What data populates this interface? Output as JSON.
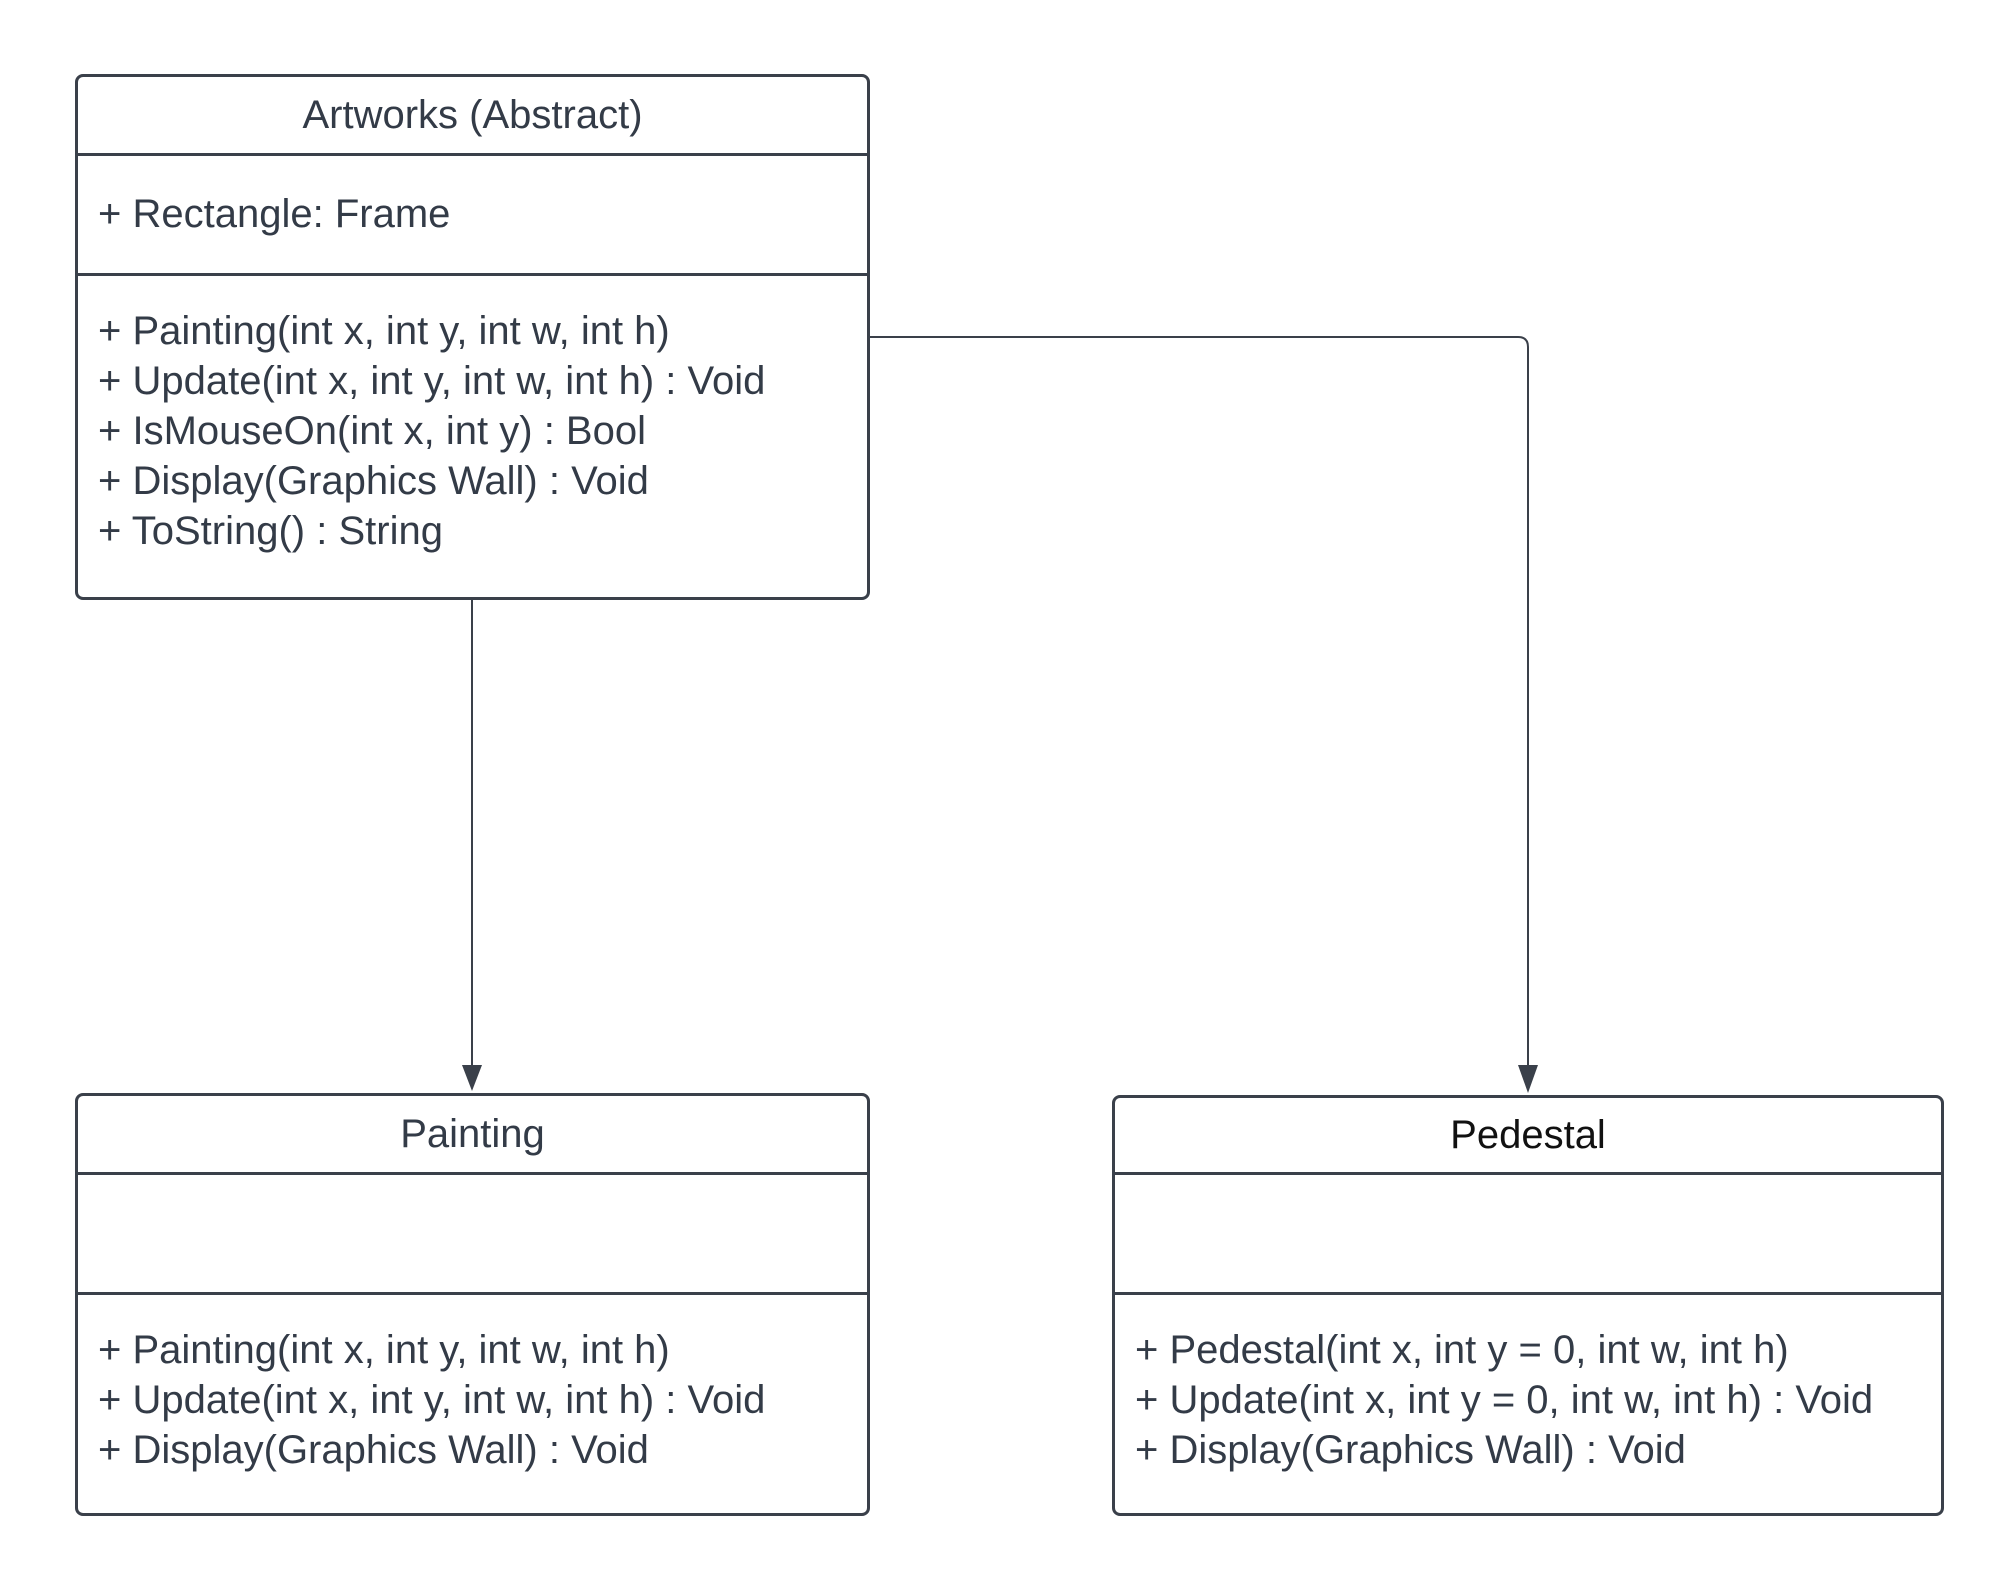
{
  "classes": {
    "artworks": {
      "name": "Artworks (Abstract)",
      "attributes": [
        "+ Rectangle: Frame"
      ],
      "methods": [
        "+ Painting(int x, int y, int w, int h)",
        "+ Update(int x, int y, int w, int h) : Void",
        "+ IsMouseOn(int x, int y) : Bool",
        "+ Display(Graphics Wall) : Void",
        "+ ToString() : String"
      ]
    },
    "painting": {
      "name": "Painting",
      "attributes": [],
      "methods": [
        "+ Painting(int x, int y, int w, int h)",
        "+ Update(int x, int y, int w, int h) : Void",
        "+ Display(Graphics Wall) : Void"
      ]
    },
    "pedestal": {
      "name": "Pedestal",
      "attributes": [],
      "methods": [
        "+ Pedestal(int x, int y = 0, int w, int h)",
        "+ Update(int x, int y = 0, int w, int h) : Void",
        "+ Display(Graphics Wall) : Void"
      ]
    }
  },
  "relations": [
    {
      "from": "Artworks (Abstract)",
      "to": "Painting"
    },
    {
      "from": "Artworks (Abstract)",
      "to": "Pedestal"
    }
  ],
  "colors": {
    "stroke": "#3a404a",
    "text": "#333b47",
    "background": "#ffffff"
  }
}
